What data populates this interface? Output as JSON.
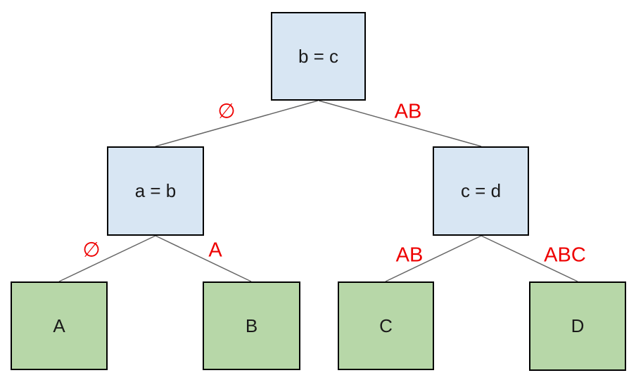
{
  "diagram": {
    "type": "binary-decision-tree",
    "colors": {
      "background": "#ffffff",
      "decision_fill": "#d8e6f3",
      "leaf_fill": "#b7d7a8",
      "node_border": "#000000",
      "node_text": "#1a1a1a",
      "edge_line": "#666666",
      "edge_label": "#ee0000"
    },
    "nodes": {
      "root": {
        "label": "b = c",
        "kind": "decision"
      },
      "left": {
        "label": "a = b",
        "kind": "decision"
      },
      "right": {
        "label": "c = d",
        "kind": "decision"
      },
      "leaf_a": {
        "label": "A",
        "kind": "leaf"
      },
      "leaf_b": {
        "label": "B",
        "kind": "leaf"
      },
      "leaf_c": {
        "label": "C",
        "kind": "leaf"
      },
      "leaf_d": {
        "label": "D",
        "kind": "leaf"
      }
    },
    "edges": [
      {
        "from": "root",
        "to": "left",
        "label": "∅"
      },
      {
        "from": "root",
        "to": "right",
        "label": "AB"
      },
      {
        "from": "left",
        "to": "leaf_a",
        "label": "∅"
      },
      {
        "from": "left",
        "to": "leaf_b",
        "label": "A"
      },
      {
        "from": "right",
        "to": "leaf_c",
        "label": "AB"
      },
      {
        "from": "right",
        "to": "leaf_d",
        "label": "ABC"
      }
    ]
  }
}
